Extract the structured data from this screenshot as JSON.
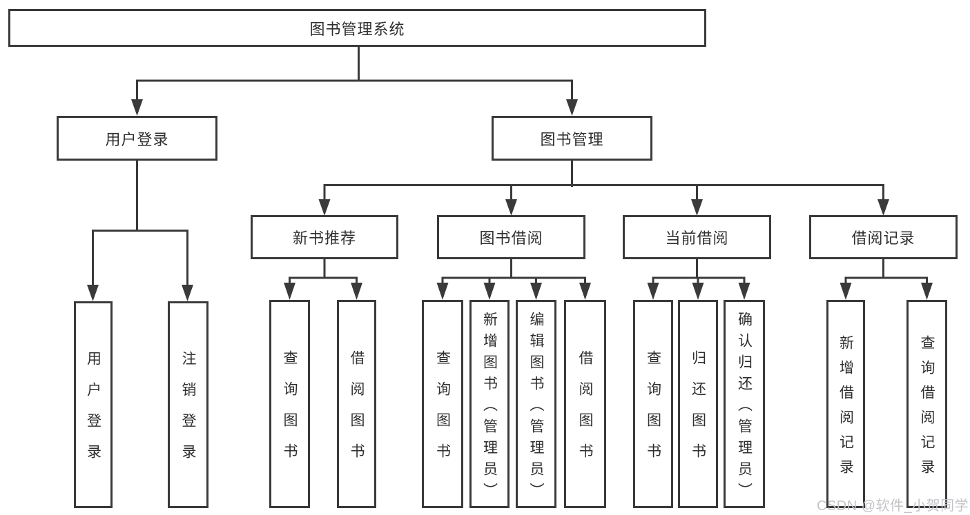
{
  "diagram_title": "图书管理系统",
  "tree": {
    "label": "图书管理系统",
    "children": [
      {
        "label": "用户登录",
        "children": [
          {
            "label": "用户登录"
          },
          {
            "label": "注销登录"
          }
        ]
      },
      {
        "label": "图书管理",
        "children": [
          {
            "label": "新书推荐",
            "children": [
              {
                "label": "查询图书"
              },
              {
                "label": "借阅图书"
              }
            ]
          },
          {
            "label": "图书借阅",
            "children": [
              {
                "label": "查询图书"
              },
              {
                "label": "新增图书（管理员）"
              },
              {
                "label": "编辑图书（管理员）"
              },
              {
                "label": "借阅图书"
              }
            ]
          },
          {
            "label": "当前借阅",
            "children": [
              {
                "label": "查询图书"
              },
              {
                "label": "归还图书"
              },
              {
                "label": "确认归还（管理员）"
              }
            ]
          },
          {
            "label": "借阅记录",
            "children": [
              {
                "label": "新增借阅记录"
              },
              {
                "label": "查询借阅记录"
              }
            ]
          }
        ]
      }
    ]
  },
  "watermark": "CSDN @软件_小贺同学",
  "colors": {
    "line": "#3a3a3a",
    "text": "#2f2f2f",
    "background": "#ffffff",
    "watermark": "#c3c3c8"
  }
}
